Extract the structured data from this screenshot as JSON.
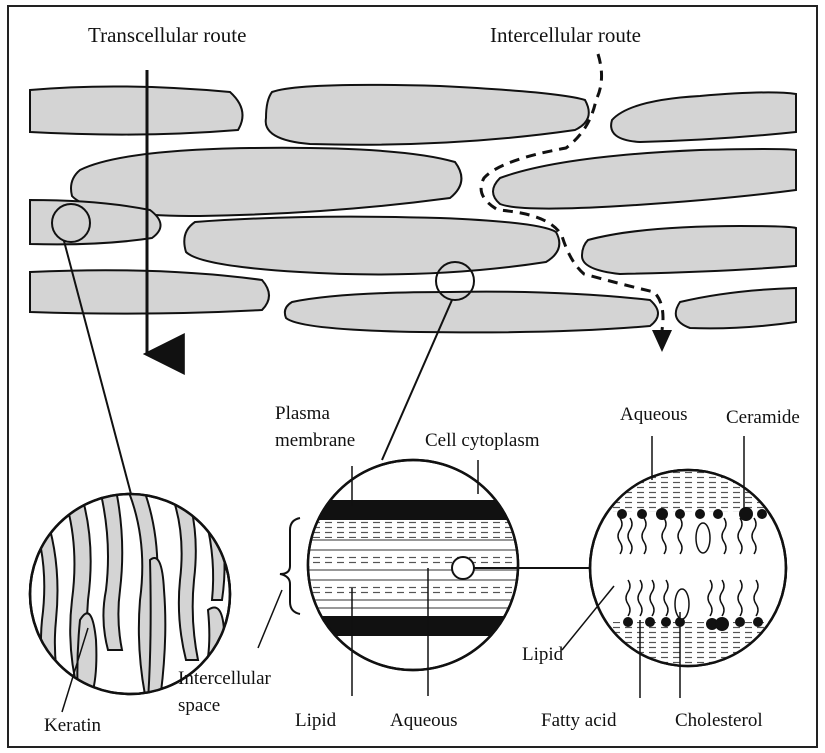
{
  "routes": {
    "transcellular": "Transcellular route",
    "intercellular": "Intercellular route"
  },
  "labels": {
    "plasma_membrane_line1": "Plasma",
    "plasma_membrane_line2": "membrane",
    "cell_cytoplasm": "Cell cytoplasm",
    "aqueous_top": "Aqueous",
    "ceramide": "Ceramide",
    "intercellular_space_line1": "Intercellular",
    "intercellular_space_line2": "space",
    "keratin": "Keratin",
    "lipid_middle": "Lipid",
    "aqueous_middle": "Aqueous",
    "lipid_right": "Lipid",
    "fatty_acid": "Fatty acid",
    "cholesterol": "Cholesterol"
  },
  "colors": {
    "cell_fill": "#d4d4d4",
    "outline": "#111111",
    "frame": "#222222"
  }
}
